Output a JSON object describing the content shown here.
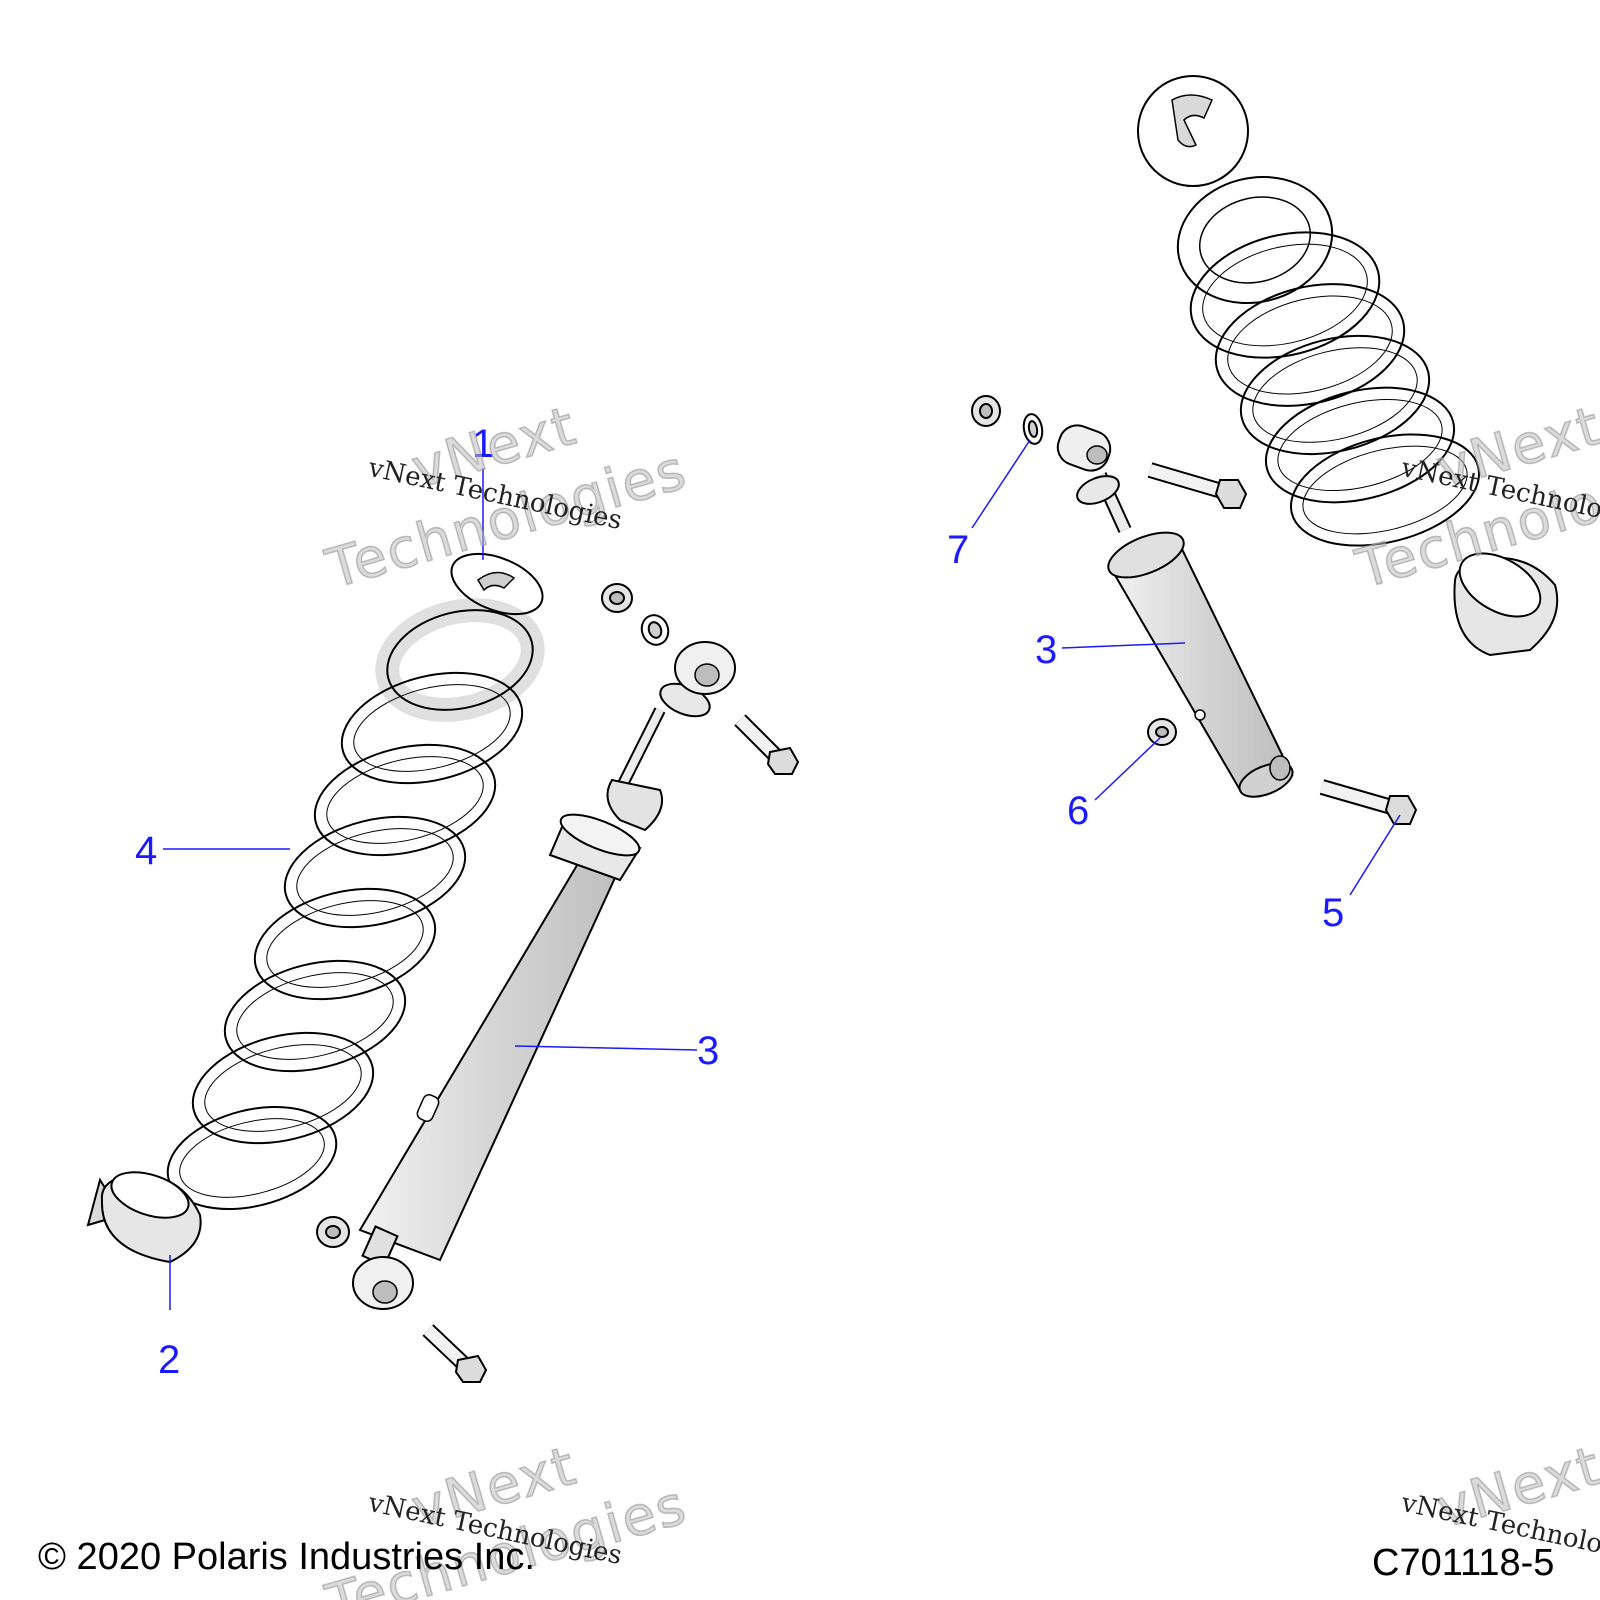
{
  "callouts": [
    {
      "id": "1",
      "label": "1"
    },
    {
      "id": "2",
      "label": "2"
    },
    {
      "id": "3a",
      "label": "3"
    },
    {
      "id": "4",
      "label": "4"
    },
    {
      "id": "3b",
      "label": "3"
    },
    {
      "id": "5",
      "label": "5"
    },
    {
      "id": "6",
      "label": "6"
    },
    {
      "id": "7",
      "label": "7"
    }
  ],
  "footer": {
    "copyright": "© 2020 Polaris Industries Inc.",
    "figure_code": "C701118-5"
  },
  "watermark": {
    "line1": "vNext",
    "line2": "Technologies",
    "small": "vNext Technologies"
  },
  "colors": {
    "callout": "#1a1aff",
    "outline": "#000000",
    "shade": "#cfcfcf"
  }
}
